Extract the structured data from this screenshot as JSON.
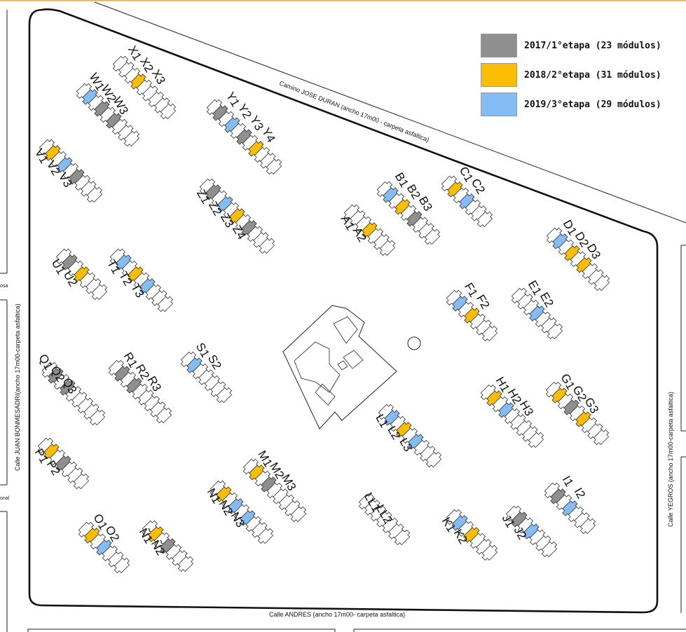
{
  "legend": {
    "items": [
      {
        "label": "2017/1°etapa (23 módulos)",
        "color": "#8f8f8f"
      },
      {
        "label": "2018/2°etapa (31 módulos)",
        "color": "#fbbd00"
      },
      {
        "label": "2019/3°etapa (29 módulos)",
        "color": "#84bdf6"
      }
    ]
  },
  "streets": {
    "north": "Camino JOSE DURAN (ancho 17m00 - carpeta asfaltica)",
    "west": "Calle JUAN BONMESADRI(ancho 17m00-carpeta asfaltica)",
    "east": "Calle YEGROS (ancho 17m00-carpeta asfaltica)",
    "south": "Calle ANDRES (ancho 17m00- carpeta asfaltica)",
    "fragment_left_1": "osa",
    "fragment_left_2": "onal"
  },
  "colors": {
    "gray": "#8f8f8f",
    "yellow": "#fbbd00",
    "blue": "#84bdf6",
    "empty": "#ffffff"
  },
  "groups": [
    {
      "modules": [
        {
          "label": "X1",
          "color": "empty"
        },
        {
          "label": "X2",
          "color": "yellow"
        },
        {
          "label": "X3",
          "color": "empty"
        }
      ]
    },
    {
      "modules": [
        {
          "label": "W1",
          "color": "blue"
        },
        {
          "label": "W2",
          "color": "gray"
        },
        {
          "label": "W3",
          "color": "gray"
        }
      ]
    },
    {
      "modules": [
        {
          "label": "V1",
          "color": "yellow"
        },
        {
          "label": "V2",
          "color": "blue"
        },
        {
          "label": "V3",
          "color": "gray"
        }
      ]
    },
    {
      "modules": [
        {
          "label": "Y1",
          "color": "gray"
        },
        {
          "label": "Y2",
          "color": "blue"
        },
        {
          "label": "Y3",
          "color": "gray"
        },
        {
          "label": "Y4",
          "color": "yellow"
        }
      ]
    },
    {
      "modules": [
        {
          "label": "Z1",
          "color": "gray"
        },
        {
          "label": "Z2",
          "color": "blue"
        },
        {
          "label": "Z3",
          "color": "yellow"
        },
        {
          "label": "Z4",
          "color": "gray"
        }
      ]
    },
    {
      "modules": [
        {
          "label": "U1",
          "color": "gray"
        },
        {
          "label": "U2",
          "color": "yellow"
        }
      ]
    },
    {
      "modules": [
        {
          "label": "T1",
          "color": "blue"
        },
        {
          "label": "T2",
          "color": "yellow"
        },
        {
          "label": "T3",
          "color": "blue"
        }
      ]
    },
    {
      "modules": [
        {
          "label": "A1",
          "color": "empty"
        },
        {
          "label": "A2",
          "color": "yellow"
        }
      ]
    },
    {
      "modules": [
        {
          "label": "B1",
          "color": "blue"
        },
        {
          "label": "B2",
          "color": "yellow"
        },
        {
          "label": "B3",
          "color": "gray"
        }
      ]
    },
    {
      "modules": [
        {
          "label": "C1",
          "color": "yellow"
        },
        {
          "label": "C2",
          "color": "blue"
        }
      ]
    },
    {
      "modules": [
        {
          "label": "D1",
          "color": "blue"
        },
        {
          "label": "D2",
          "color": "yellow"
        },
        {
          "label": "D3",
          "color": "yellow"
        }
      ]
    },
    {
      "modules": [
        {
          "label": "E1",
          "color": "empty"
        },
        {
          "label": "E2",
          "color": "blue"
        }
      ]
    },
    {
      "modules": [
        {
          "label": "F1",
          "color": "blue"
        },
        {
          "label": "F2",
          "color": "yellow"
        }
      ]
    },
    {
      "modules": [
        {
          "label": "Q1",
          "color": "gray"
        },
        {
          "label": "Q2",
          "color": "gray"
        },
        {
          "label": "Q3",
          "color": "empty"
        }
      ]
    },
    {
      "modules": [
        {
          "label": "R1",
          "color": "gray"
        },
        {
          "label": "R2",
          "color": "gray"
        },
        {
          "label": "R3",
          "color": "empty"
        }
      ]
    },
    {
      "modules": [
        {
          "label": "S1",
          "color": "blue"
        },
        {
          "label": "S2",
          "color": "empty"
        }
      ]
    },
    {
      "modules": [
        {
          "label": "P1",
          "color": "yellow"
        },
        {
          "label": "P2",
          "color": "gray"
        }
      ]
    },
    {
      "modules": [
        {
          "label": "O1",
          "color": "yellow"
        },
        {
          "label": "O2",
          "color": "blue"
        }
      ]
    },
    {
      "modules": [
        {
          "label": "Ñ1",
          "color": "yellow"
        },
        {
          "label": "Ñ2",
          "color": "gray"
        }
      ]
    },
    {
      "modules": [
        {
          "label": "N1",
          "color": "yellow"
        },
        {
          "label": "N2",
          "color": "blue"
        },
        {
          "label": "N3",
          "color": "blue"
        }
      ]
    },
    {
      "modules": [
        {
          "label": "M1",
          "color": "yellow"
        },
        {
          "label": "M2",
          "color": "gray"
        },
        {
          "label": "M3",
          "color": "empty"
        }
      ]
    },
    {
      "modules": [
        {
          "label": "L1",
          "color": "blue"
        },
        {
          "label": "L2",
          "color": "yellow"
        },
        {
          "label": "L3",
          "color": "blue"
        }
      ]
    },
    {
      "modules": [
        {
          "label": "LL1",
          "color": "empty"
        },
        {
          "label": "LL2",
          "color": "empty"
        }
      ]
    },
    {
      "modules": [
        {
          "label": "K1",
          "color": "blue"
        },
        {
          "label": "K2",
          "color": "yellow"
        }
      ]
    },
    {
      "modules": [
        {
          "label": "J1",
          "color": "gray"
        },
        {
          "label": "J2",
          "color": "blue"
        }
      ]
    },
    {
      "modules": [
        {
          "label": "I1",
          "color": "gray"
        },
        {
          "label": "I2",
          "color": "blue"
        }
      ]
    },
    {
      "modules": [
        {
          "label": "H1",
          "color": "yellow"
        },
        {
          "label": "H2",
          "color": "blue"
        },
        {
          "label": "H3",
          "color": "empty"
        }
      ]
    },
    {
      "modules": [
        {
          "label": "G1",
          "color": "yellow"
        },
        {
          "label": "G2",
          "color": "gray"
        },
        {
          "label": "G3",
          "color": "yellow"
        }
      ]
    }
  ]
}
